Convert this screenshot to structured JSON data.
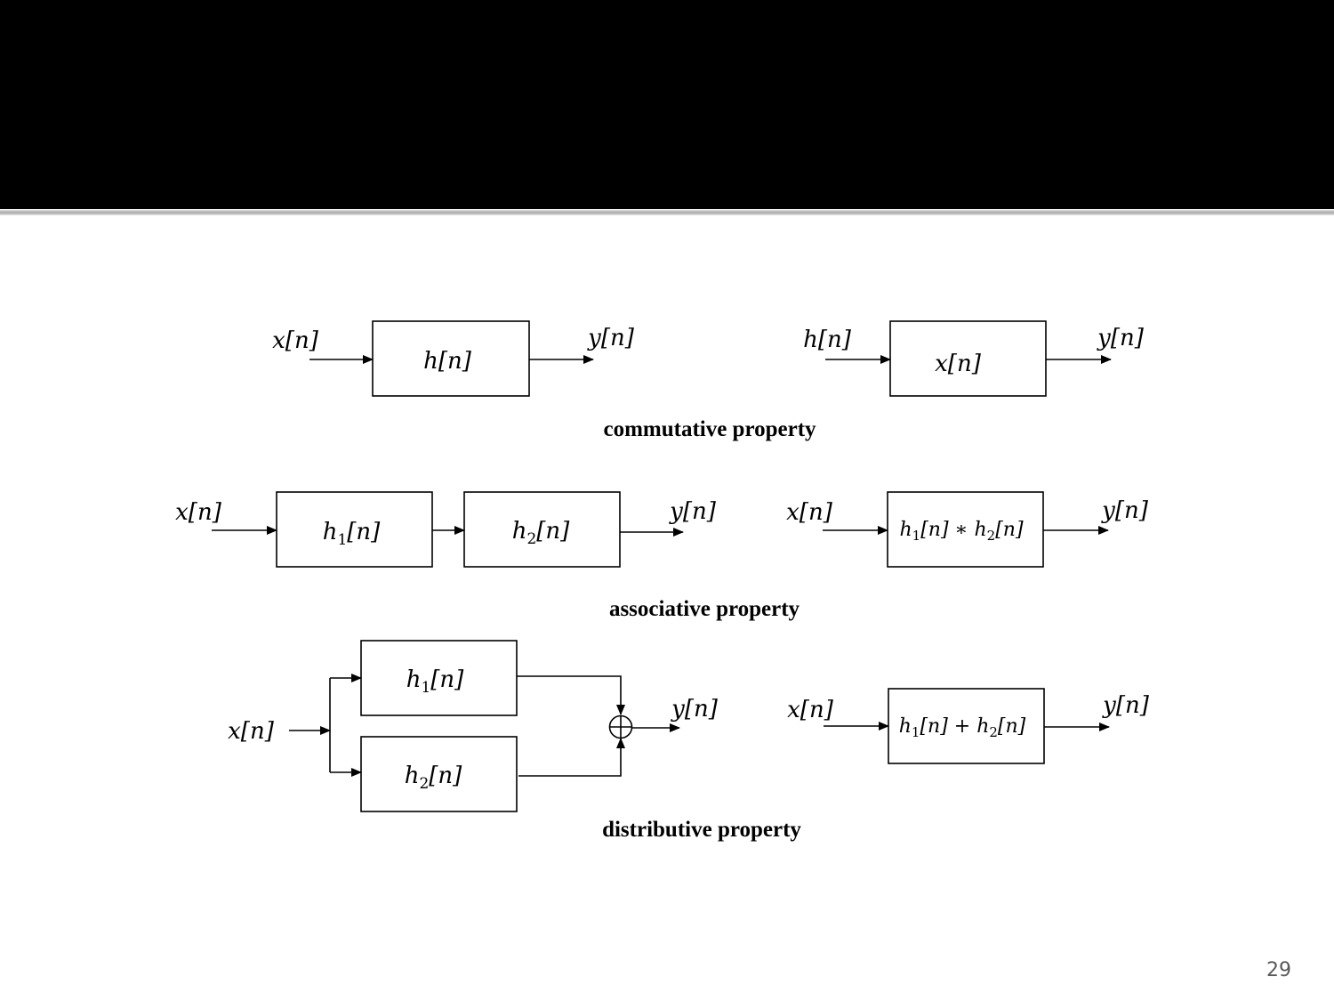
{
  "slide": {
    "page_number": "29"
  },
  "commutative": {
    "left": {
      "input": "x[n]",
      "system": "h[n]",
      "output": "y[n]"
    },
    "right": {
      "input": "h[n]",
      "system": "x[n]",
      "output": "y[n]"
    },
    "caption": "commutative property"
  },
  "associative": {
    "left": {
      "input": "x[n]",
      "system_1": {
        "base": "h",
        "sub": "1",
        "arg": "[n]"
      },
      "system_2": {
        "base": "h",
        "sub": "2",
        "arg": "[n]"
      },
      "output": "y[n]"
    },
    "right": {
      "input": "x[n]",
      "system": {
        "a_base": "h",
        "a_sub": "1",
        "a_arg": "[n] ∗ ",
        "b_base": "h",
        "b_sub": "2",
        "b_arg": "[n]"
      },
      "output": "y[n]"
    },
    "caption": "associative  property"
  },
  "distributive": {
    "left": {
      "input": "x[n]",
      "system_1": {
        "base": "h",
        "sub": "1",
        "arg": "[n]"
      },
      "system_2": {
        "base": "h",
        "sub": "2",
        "arg": "[n]"
      },
      "output": "y[n]"
    },
    "right": {
      "input": "x[n]",
      "system": {
        "a_base": "h",
        "a_sub": "1",
        "a_arg": "[n] + ",
        "b_base": "h",
        "b_sub": "2",
        "b_arg": "[n]"
      },
      "output": "y[n]"
    },
    "caption": "distributive  property"
  }
}
